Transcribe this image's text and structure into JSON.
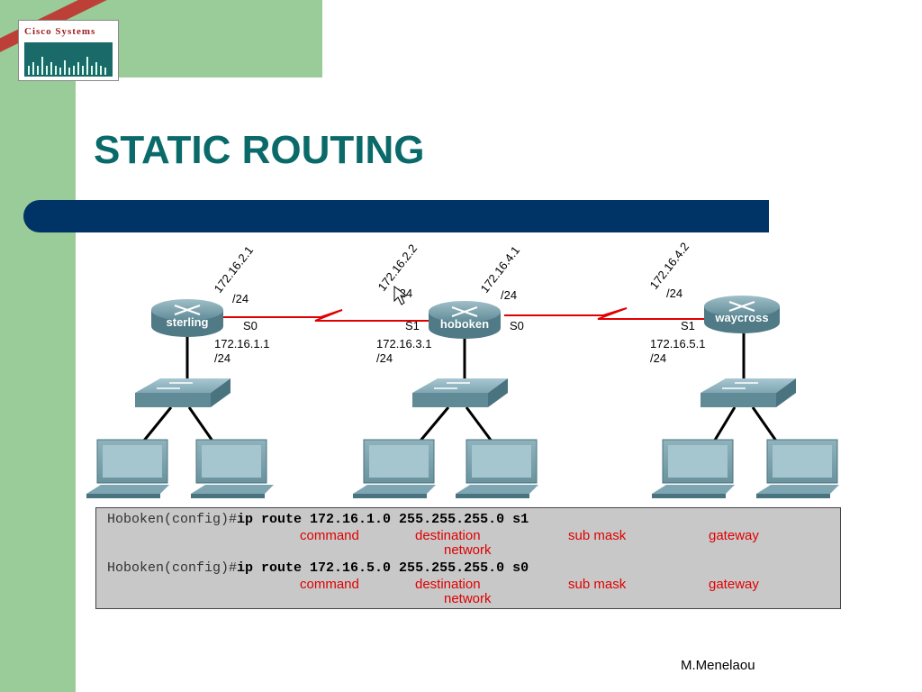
{
  "logo": {
    "text": "Cisco Systems"
  },
  "slide": {
    "title": "STATIC ROUTING",
    "author": "M.Menelaou"
  },
  "routers": [
    {
      "name": "sterling"
    },
    {
      "name": "hoboken"
    },
    {
      "name": "waycross"
    }
  ],
  "ip_labels": {
    "sterling_s0_top_ip": "172.16.2.1",
    "sterling_s0_top_mask": "/24",
    "hoboken_s1_top_ip": "172.16.2.2",
    "hoboken_s1_top_mask": "/24",
    "hoboken_s0_top_ip": "172.16.4.1",
    "hoboken_s0_top_mask": "/24",
    "waycross_s1_top_ip": "172.16.4.2",
    "waycross_s1_top_mask": "/24",
    "sterling_port": "S0",
    "hoboken_left_port": "S1",
    "hoboken_right_port": "S0",
    "waycross_port": "S1",
    "sterling_lan_ip": "172.16.1.1",
    "sterling_lan_mask": "/24",
    "hoboken_lan_ip": "172.16.3.1",
    "hoboken_lan_mask": "/24",
    "waycross_lan_ip": "172.16.5.1",
    "waycross_lan_mask": "/24"
  },
  "commands": [
    {
      "prompt": "Hoboken(config)#",
      "command": "ip route 172.16.1.0 255.255.255.0 s1",
      "labels": {
        "command": "command",
        "destination": "destination",
        "network": "network",
        "submask": "sub mask",
        "gateway": "gateway"
      }
    },
    {
      "prompt": "Hoboken(config)#",
      "command": "ip route 172.16.5.0 255.255.255.0 s0",
      "labels": {
        "command": "command",
        "destination": "destination",
        "network": "network",
        "submask": "sub mask",
        "gateway": "gateway"
      }
    }
  ],
  "colors": {
    "title": "#0a6a6a",
    "bar": "#003366",
    "accent_green": "#99cc99",
    "serial_link": "#e00000",
    "annotation": "#e00000"
  }
}
